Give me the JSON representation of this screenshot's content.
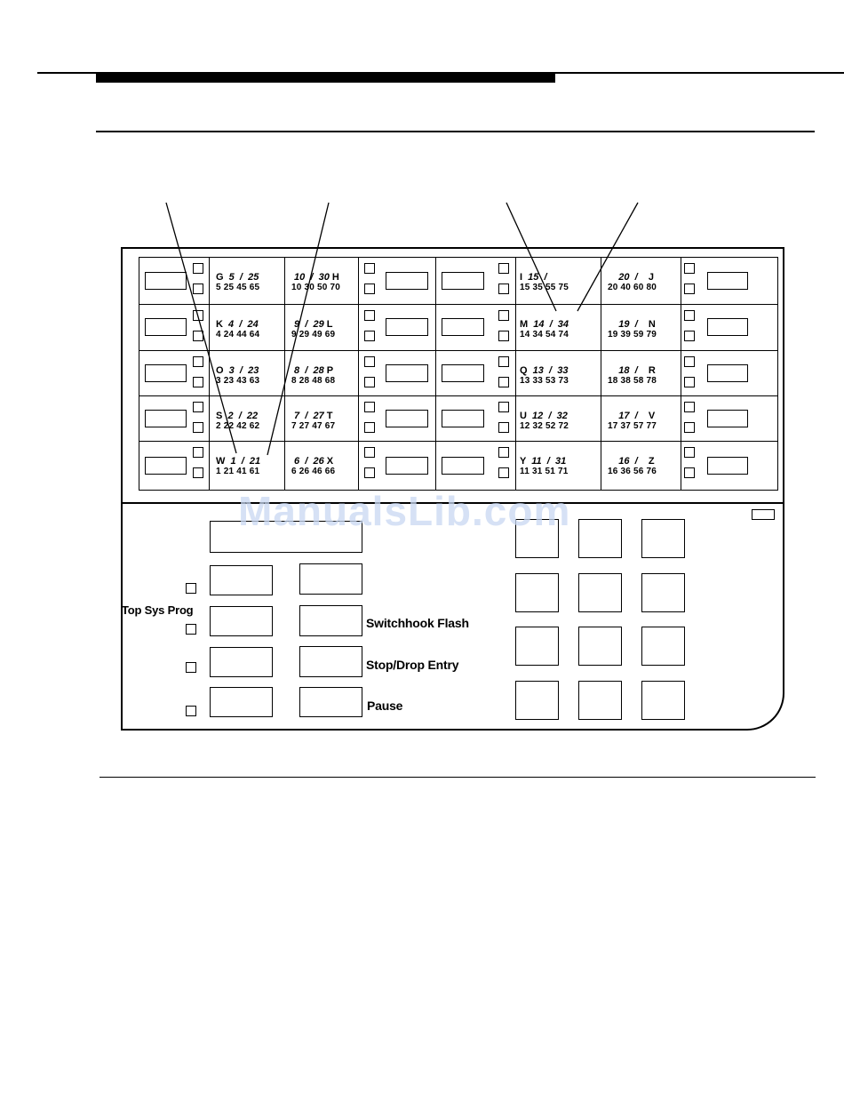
{
  "grid": {
    "left_cells": [
      {
        "top": [
          "G",
          "5",
          "/",
          "25"
        ],
        "bot": "5  25  45  65",
        "right_top": [
          "10",
          "/",
          "30",
          "H"
        ],
        "right_bot": "10  30  50  70"
      },
      {
        "top": [
          "K",
          "4",
          "/",
          "24"
        ],
        "bot": "4  24  44  64",
        "right_top": [
          "9",
          "/",
          "29",
          "L"
        ],
        "right_bot": "9  29  49  69"
      },
      {
        "top": [
          "O",
          "3",
          "/",
          "23"
        ],
        "bot": "3  23  43  63",
        "right_top": [
          "8",
          "/",
          "28",
          "P"
        ],
        "right_bot": "8  28  48  68"
      },
      {
        "top": [
          "S",
          "2",
          "/",
          "22"
        ],
        "bot": "2  22  42  62",
        "right_top": [
          "7",
          "/",
          "27",
          "T"
        ],
        "right_bot": "7  27  47  67"
      },
      {
        "top": [
          "W",
          "1",
          "/",
          "21"
        ],
        "bot": "1  21  41  61",
        "right_top": [
          "6",
          "/",
          "26",
          "X"
        ],
        "right_bot": "6  26  46  66"
      }
    ],
    "right_cells": [
      {
        "top": [
          "I",
          "15",
          "/",
          ""
        ],
        "bot": "15  35  55  75",
        "right_top": [
          "20",
          "/",
          "J"
        ],
        "right_bot": "20  40  60  80"
      },
      {
        "top": [
          "M",
          "14",
          "/",
          "34"
        ],
        "bot": "14  34  54  74",
        "right_top": [
          "19",
          "/",
          "N"
        ],
        "right_bot": "19  39  59  79"
      },
      {
        "top": [
          "Q",
          "13",
          "/",
          "33"
        ],
        "bot": "13  33  53  73",
        "right_top": [
          "18",
          "/",
          "R"
        ],
        "right_bot": "18  38  58  78"
      },
      {
        "top": [
          "U",
          "12",
          "/",
          "32"
        ],
        "bot": "12  32  52  72",
        "right_top": [
          "17",
          "/",
          "V"
        ],
        "right_bot": "17  37  57  77"
      },
      {
        "top": [
          "Y",
          "11",
          "/",
          "31"
        ],
        "bot": "11  31  51  71",
        "right_top": [
          "16",
          "/",
          "Z"
        ],
        "right_bot": "16  36  56  76"
      }
    ]
  },
  "labels": {
    "top_sys_prog": "Top Sys Prog",
    "switchhook_flash": "Switchhook Flash",
    "stop_drop_entry": "Stop/Drop Entry",
    "pause": "Pause"
  },
  "watermark": "ManualsLib.com"
}
